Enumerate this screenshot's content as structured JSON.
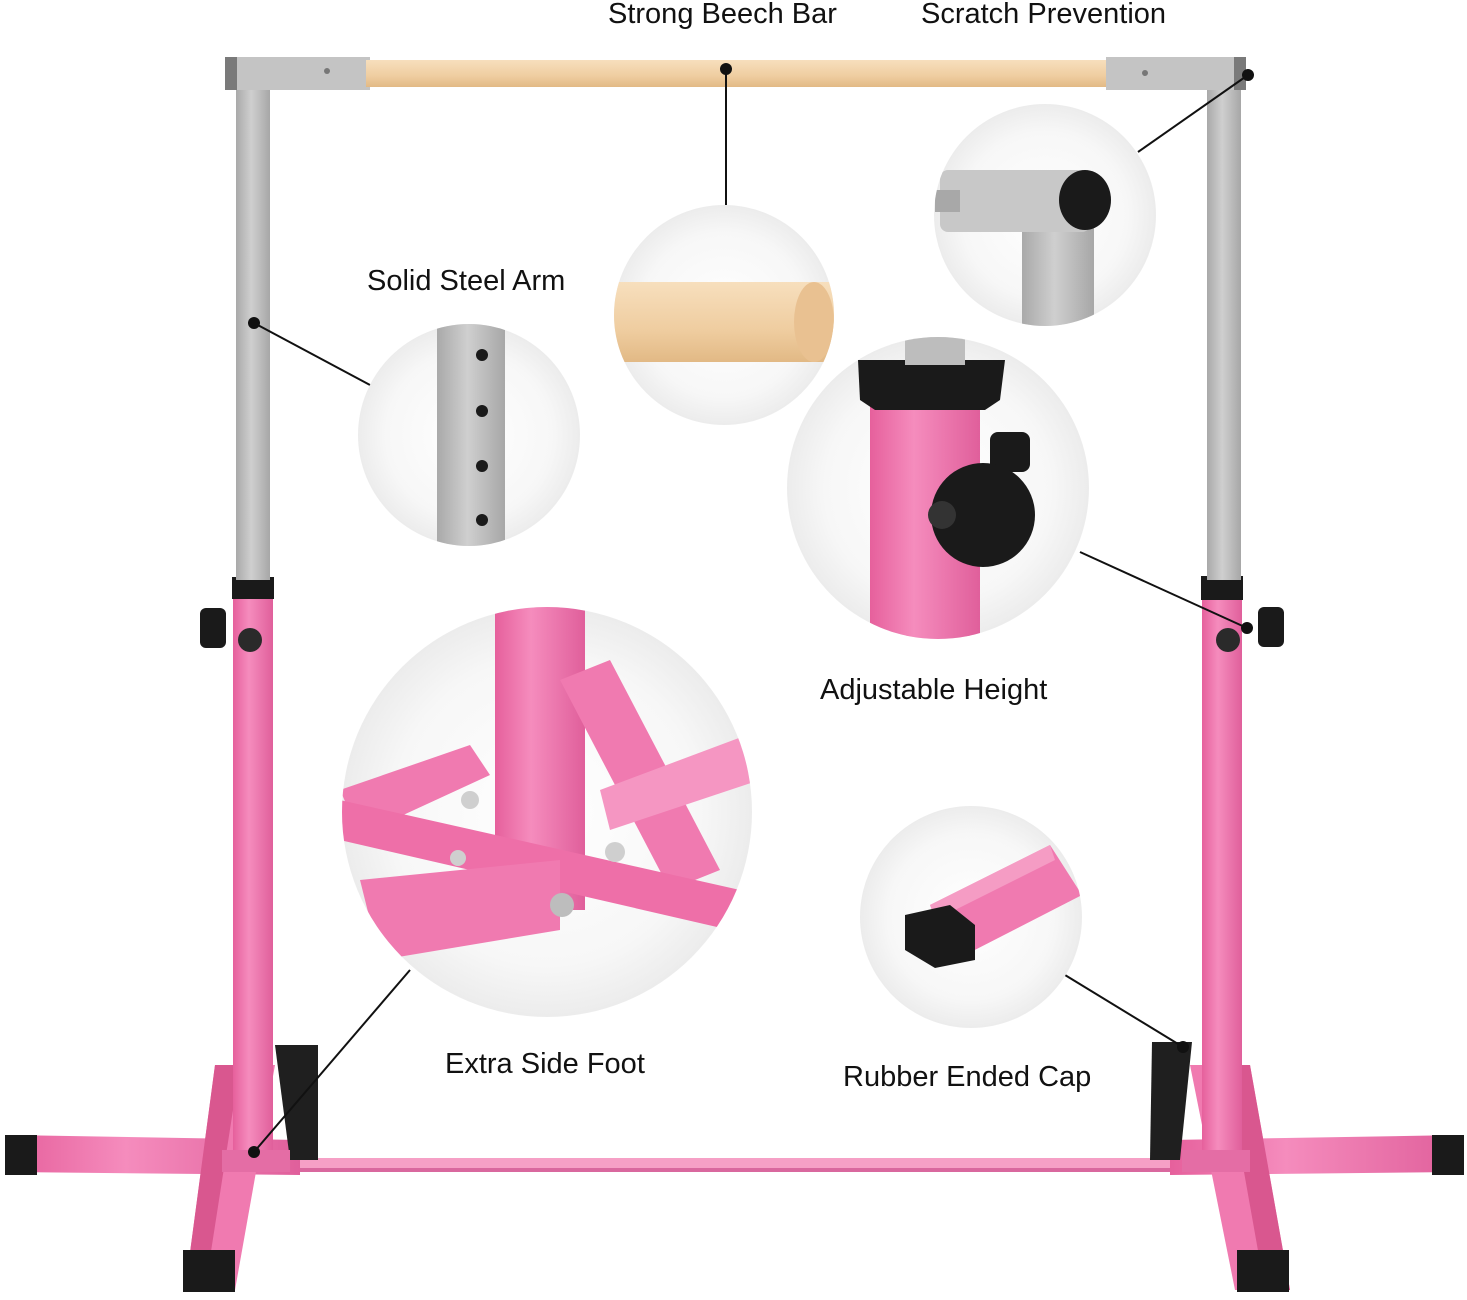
{
  "labels": {
    "strong_beech_bar": "Strong Beech Bar",
    "scratch_prevention": "Scratch Prevention",
    "solid_steel_arm": "Solid Steel Arm",
    "adjustable_height": "Adjustable Height",
    "extra_side_foot": "Extra Side Foot",
    "rubber_ended_cap": "Rubber Ended Cap"
  },
  "colors": {
    "frame_pink": "#f07ab0",
    "frame_pink_dark": "#d95b95",
    "steel_gray": "#b9b9b9",
    "beech_wood": "#f2d2a8",
    "rubber_black": "#1a1a1a",
    "callout_bg": "#f3f3f3"
  }
}
